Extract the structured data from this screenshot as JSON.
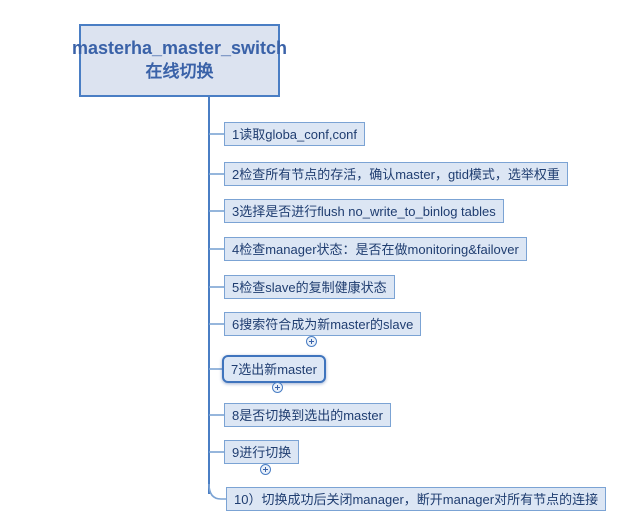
{
  "diagram": {
    "type": "mindmap",
    "background_color": "#ffffff",
    "accent_color": "#4a7ec4",
    "node_fill_color": "#dce6f4",
    "root_fill_color": "#dce3f0",
    "text_color": "#1f3d70"
  },
  "root": {
    "title_line1": "masterha_master_switch",
    "title_line2": "在线切换"
  },
  "nodes": [
    {
      "label": "1读取globa_conf,conf",
      "selected": false,
      "expander": false
    },
    {
      "label": "2检查所有节点的存活，确认master，gtid模式，选举权重",
      "selected": false,
      "expander": false
    },
    {
      "label": "3选择是否进行flush no_write_to_binlog tables",
      "selected": false,
      "expander": false
    },
    {
      "label": "4检查manager状态：是否在做monitoring&failover",
      "selected": false,
      "expander": false
    },
    {
      "label": "5检查slave的复制健康状态",
      "selected": false,
      "expander": false
    },
    {
      "label": "6搜索符合成为新master的slave",
      "selected": false,
      "expander": true
    },
    {
      "label": "7选出新master",
      "selected": true,
      "expander": true
    },
    {
      "label": "8是否切换到选出的master",
      "selected": false,
      "expander": false
    },
    {
      "label": "9进行切换",
      "selected": false,
      "expander": true
    },
    {
      "label": "10）切换成功后关闭manager，断开manager对所有节点的连接",
      "selected": false,
      "expander": false
    }
  ]
}
